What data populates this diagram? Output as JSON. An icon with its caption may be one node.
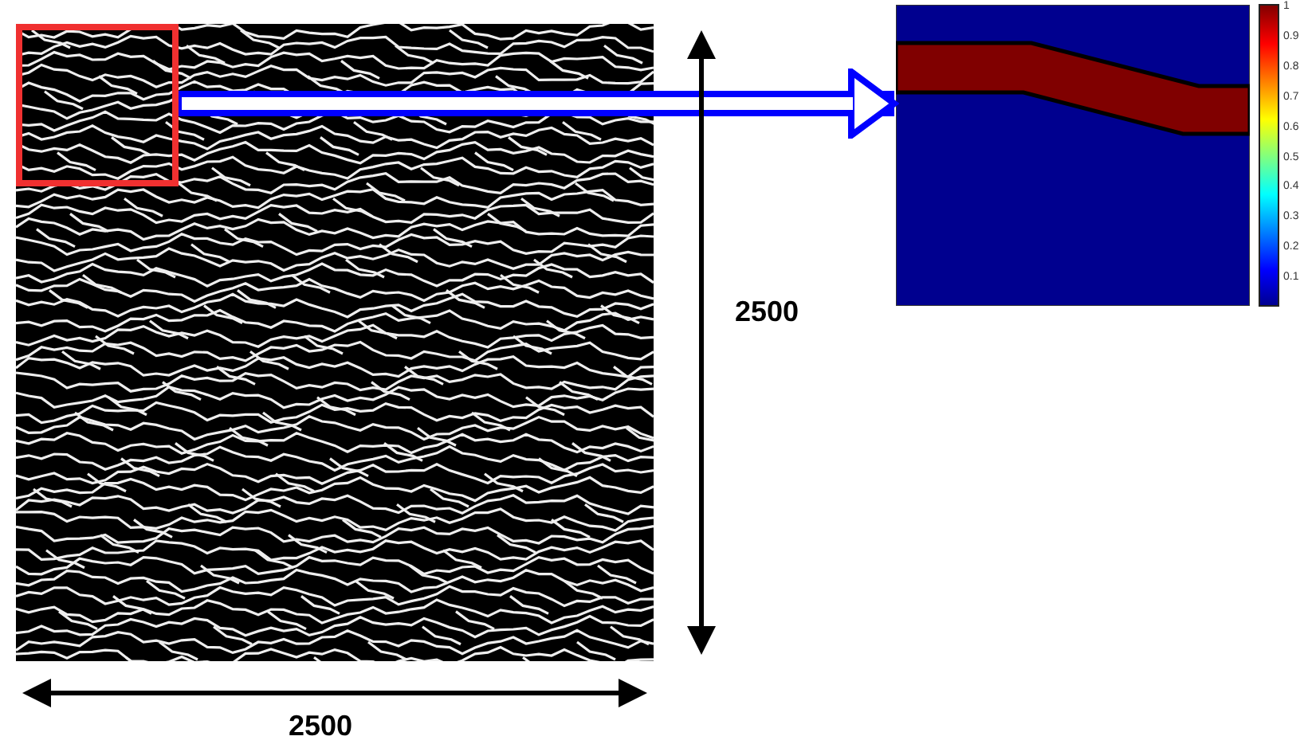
{
  "diagram": {
    "nodes": [
      {
        "text": [],
        "shape": "picture"
      },
      {
        "text": [],
        "shape": "box",
        "in": 0
      },
      {
        "text": [],
        "shape": "picture"
      }
    ],
    "edges": [
      {
        "from": 1,
        "to": 2,
        "arrow": "to",
        "color": "#0000ff"
      }
    ],
    "labels": [
      "2500",
      "2500",
      "1",
      "0.9",
      "0.8",
      "0.7",
      "0.6",
      "0.5",
      "0.4",
      "0.3",
      "0.2",
      "0.1"
    ]
  }
}
